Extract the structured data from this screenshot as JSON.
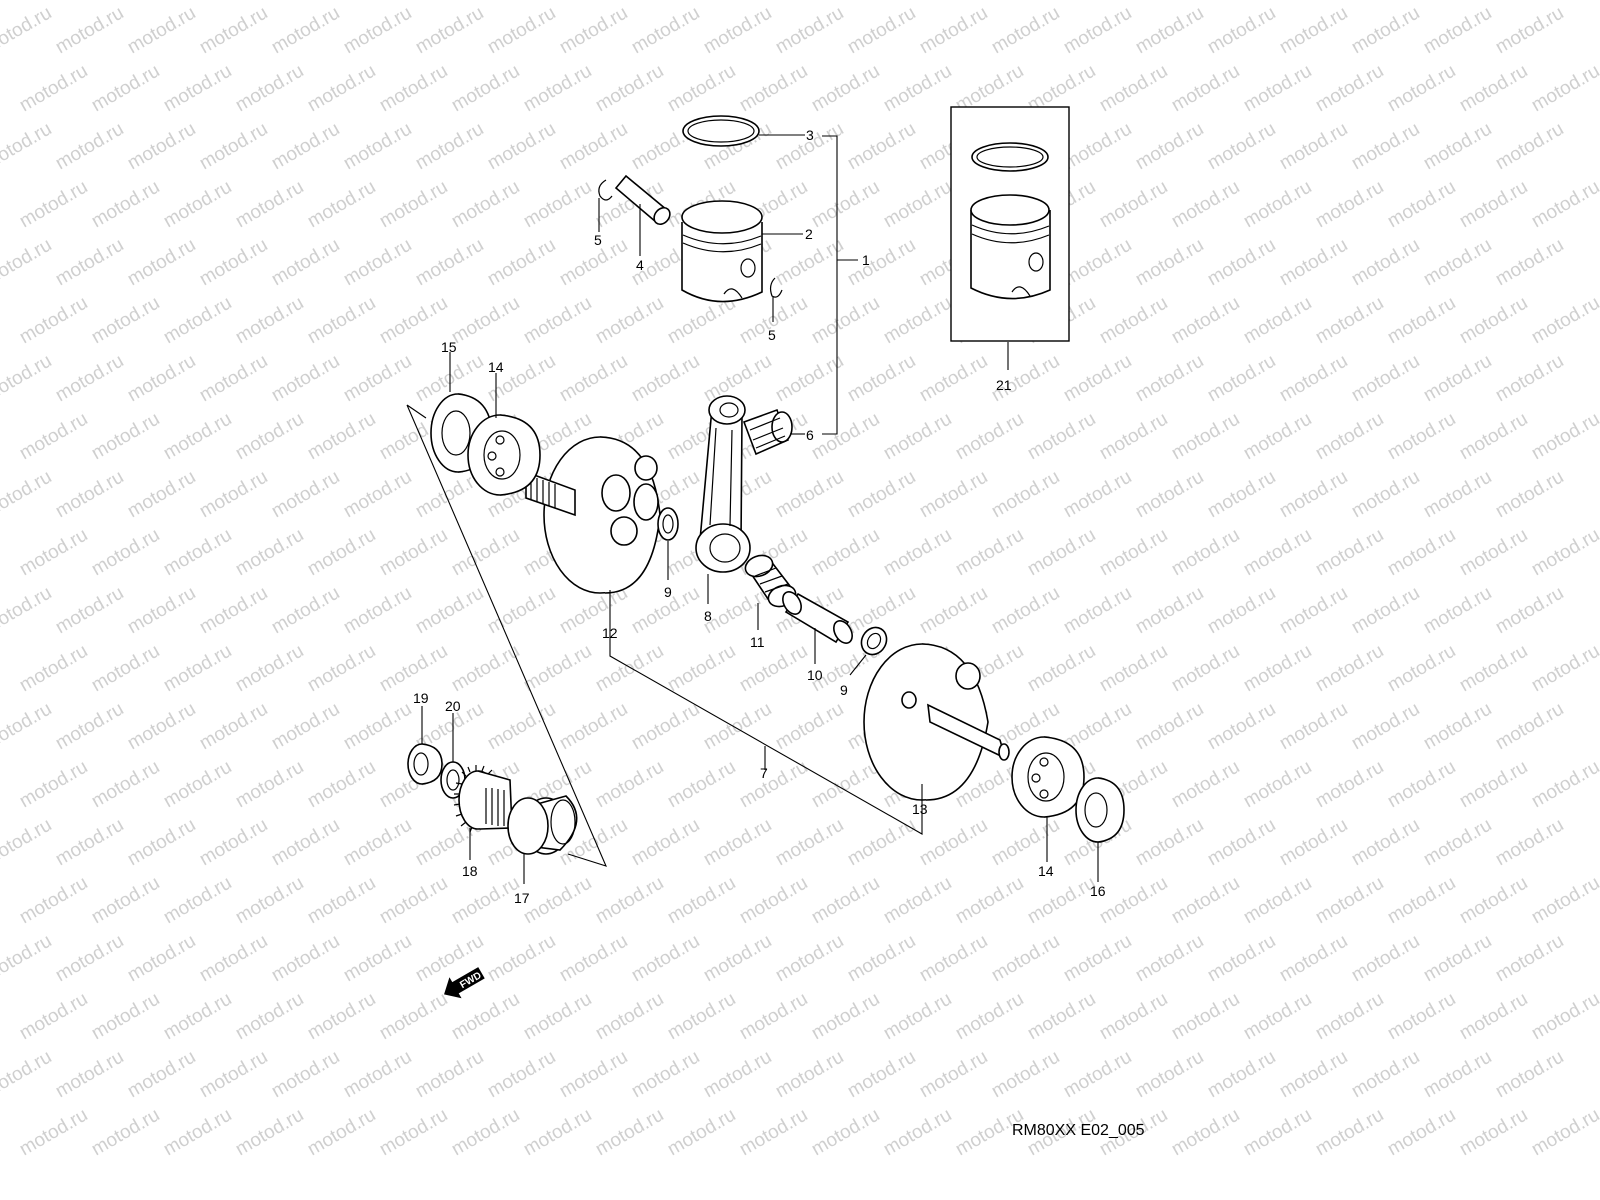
{
  "watermark": "motod.ru",
  "diagram_code": "RM80XX E02_005",
  "fwd_label": "FWD",
  "callouts": {
    "c1": "1",
    "c2": "2",
    "c3": "3",
    "c4": "4",
    "c5a": "5",
    "c5b": "5",
    "c6": "6",
    "c7": "7",
    "c8": "8",
    "c9a": "9",
    "c9b": "9",
    "c10": "10",
    "c11": "11",
    "c12": "12",
    "c13": "13",
    "c14a": "14",
    "c14b": "14",
    "c15": "15",
    "c16": "16",
    "c17": "17",
    "c18": "18",
    "c19": "19",
    "c20": "20",
    "c21": "21"
  }
}
